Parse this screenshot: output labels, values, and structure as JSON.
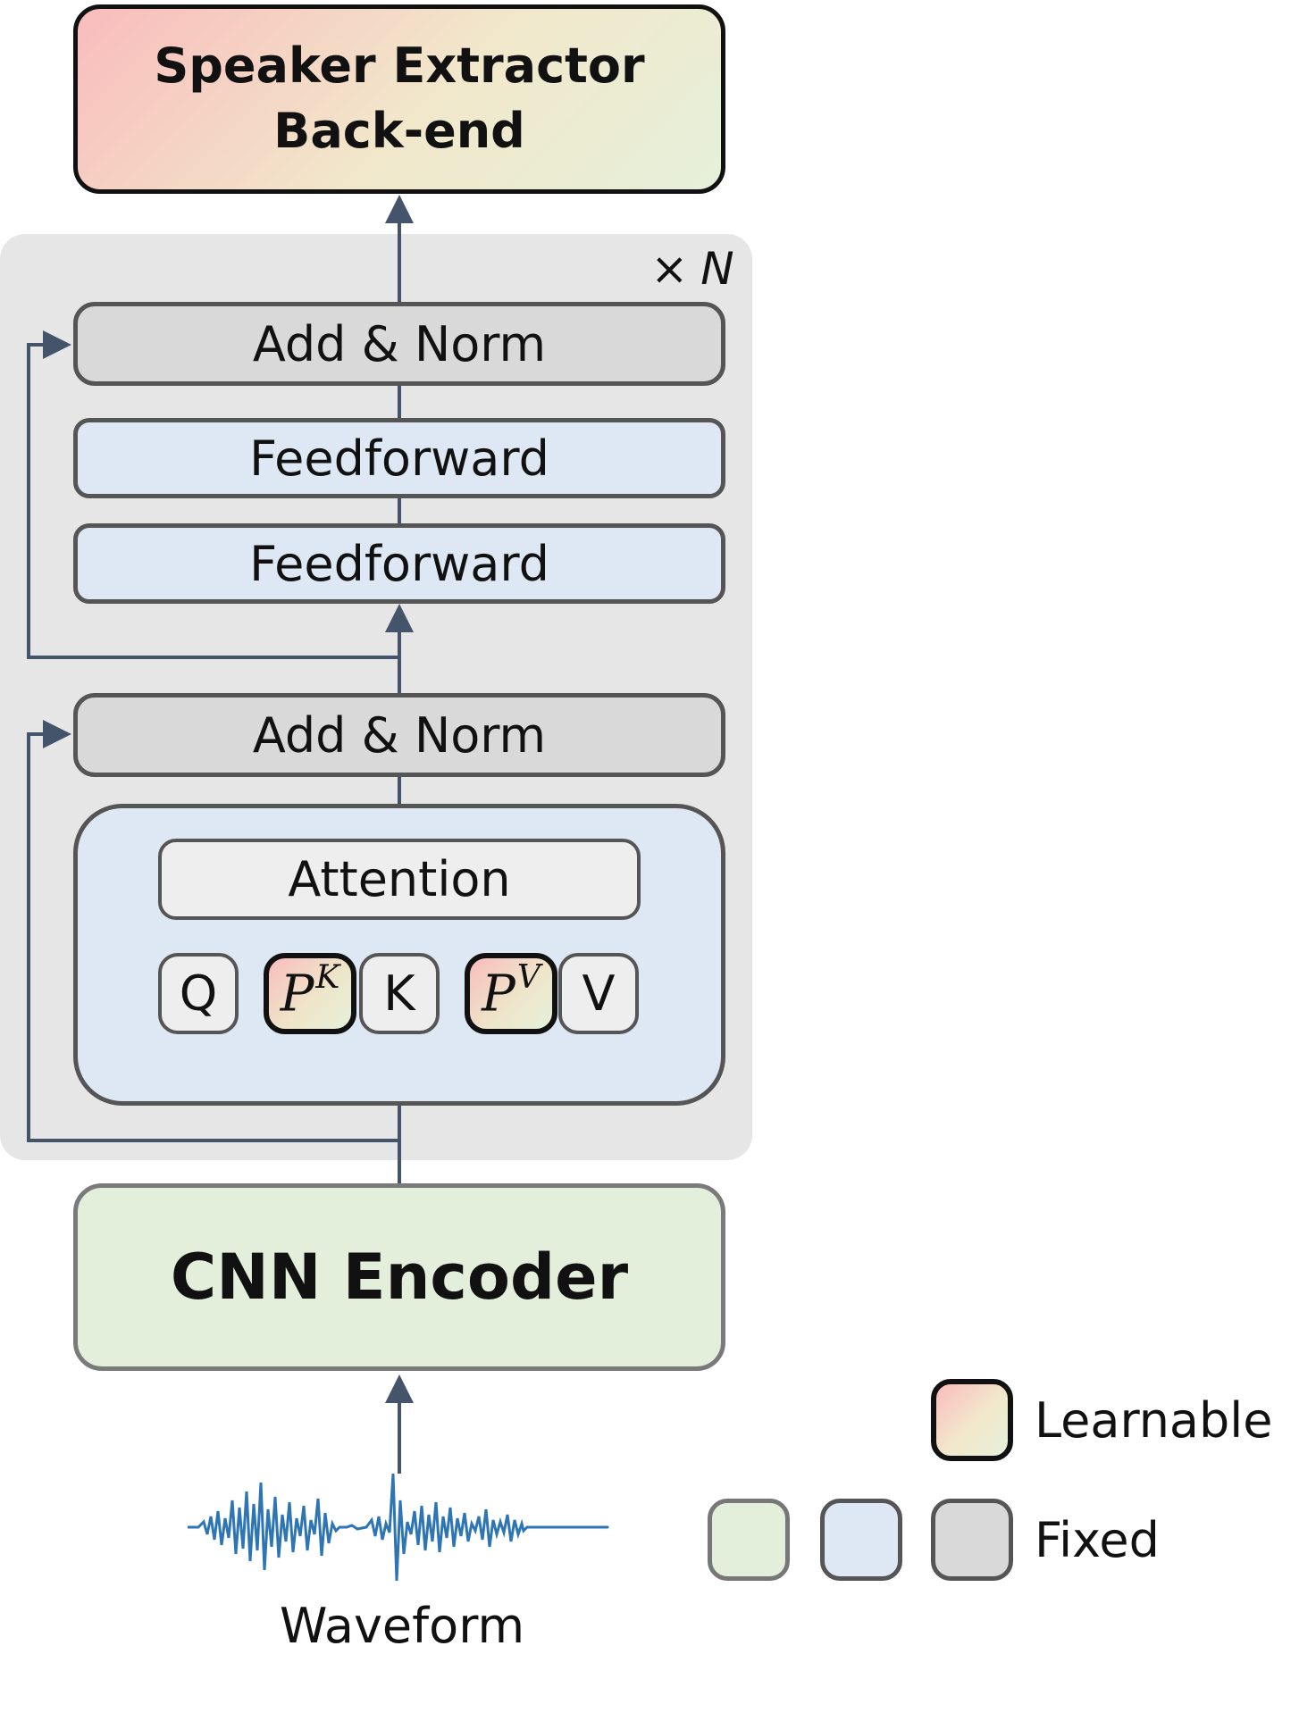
{
  "stack": {
    "repeat_label": "×",
    "repeat_symbol": "N"
  },
  "blocks": {
    "speaker_extractor": {
      "line1": "Speaker Extractor",
      "line2": "Back-end"
    },
    "add_norm_top": "Add & Norm",
    "feedforward_top": "Feedforward",
    "feedforward_bottom": "Feedforward",
    "add_norm_bottom": "Add & Norm",
    "attention": "Attention",
    "q": "Q",
    "k": "K",
    "v": "V",
    "pk": {
      "base": "P",
      "sup": "K"
    },
    "pv": {
      "base": "P",
      "sup": "V"
    },
    "cnn_encoder": "CNN Encoder"
  },
  "input": {
    "waveform_label": "Waveform"
  },
  "legend": {
    "learnable": "Learnable",
    "fixed": "Fixed"
  },
  "colors": {
    "learnable_gradient": [
      "#f9bcbc",
      "#f1e8cb",
      "#e6f0da"
    ],
    "fixed_green": "#e3efda",
    "fixed_blue": "#dde8f4",
    "fixed_gray": "#d9d9d9",
    "arrow": "#44546a",
    "waveform": "#2e75b6"
  }
}
